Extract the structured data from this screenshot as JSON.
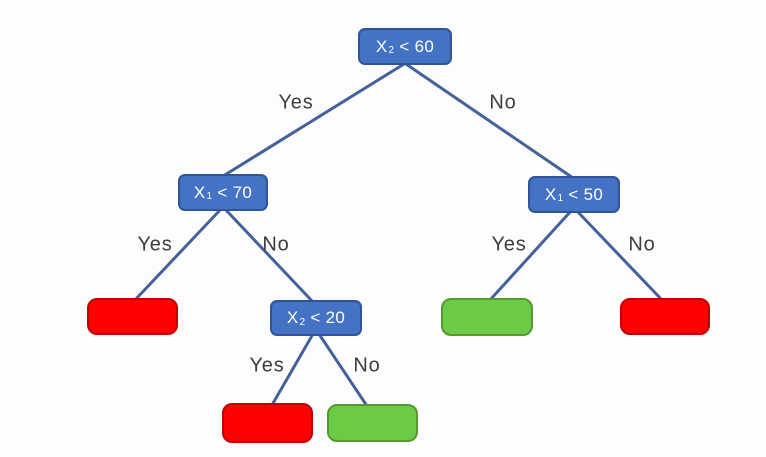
{
  "diagram": {
    "type": "decision-tree",
    "nodes": {
      "root": {
        "variable": "X",
        "subscript": "2",
        "condition": " < 60"
      },
      "level2_left": {
        "variable": "X",
        "subscript": "1",
        "condition": " < 70"
      },
      "level2_right": {
        "variable": "X",
        "subscript": "1",
        "condition": " < 50"
      },
      "level3_mid": {
        "variable": "X",
        "subscript": "2",
        "condition": " < 20"
      }
    },
    "branch_labels": {
      "yes": "Yes",
      "no": "No"
    },
    "leaves": [
      {
        "id": "leaf-level3-left",
        "color": "red"
      },
      {
        "id": "leaf-level3-right-yes",
        "color": "green"
      },
      {
        "id": "leaf-level3-right-no",
        "color": "red"
      },
      {
        "id": "leaf-level4-yes",
        "color": "red"
      },
      {
        "id": "leaf-level4-no",
        "color": "green"
      }
    ],
    "colors": {
      "node_fill": "#4472c4",
      "node_border": "#2f5597",
      "node_text": "#ffffff",
      "edge_color": "#44619b",
      "leaf_red": "#fe0000",
      "leaf_red_border": "#c00000",
      "leaf_green": "#6bcb47",
      "leaf_green_border": "#55992f",
      "label_text": "#3d3d3d"
    }
  }
}
